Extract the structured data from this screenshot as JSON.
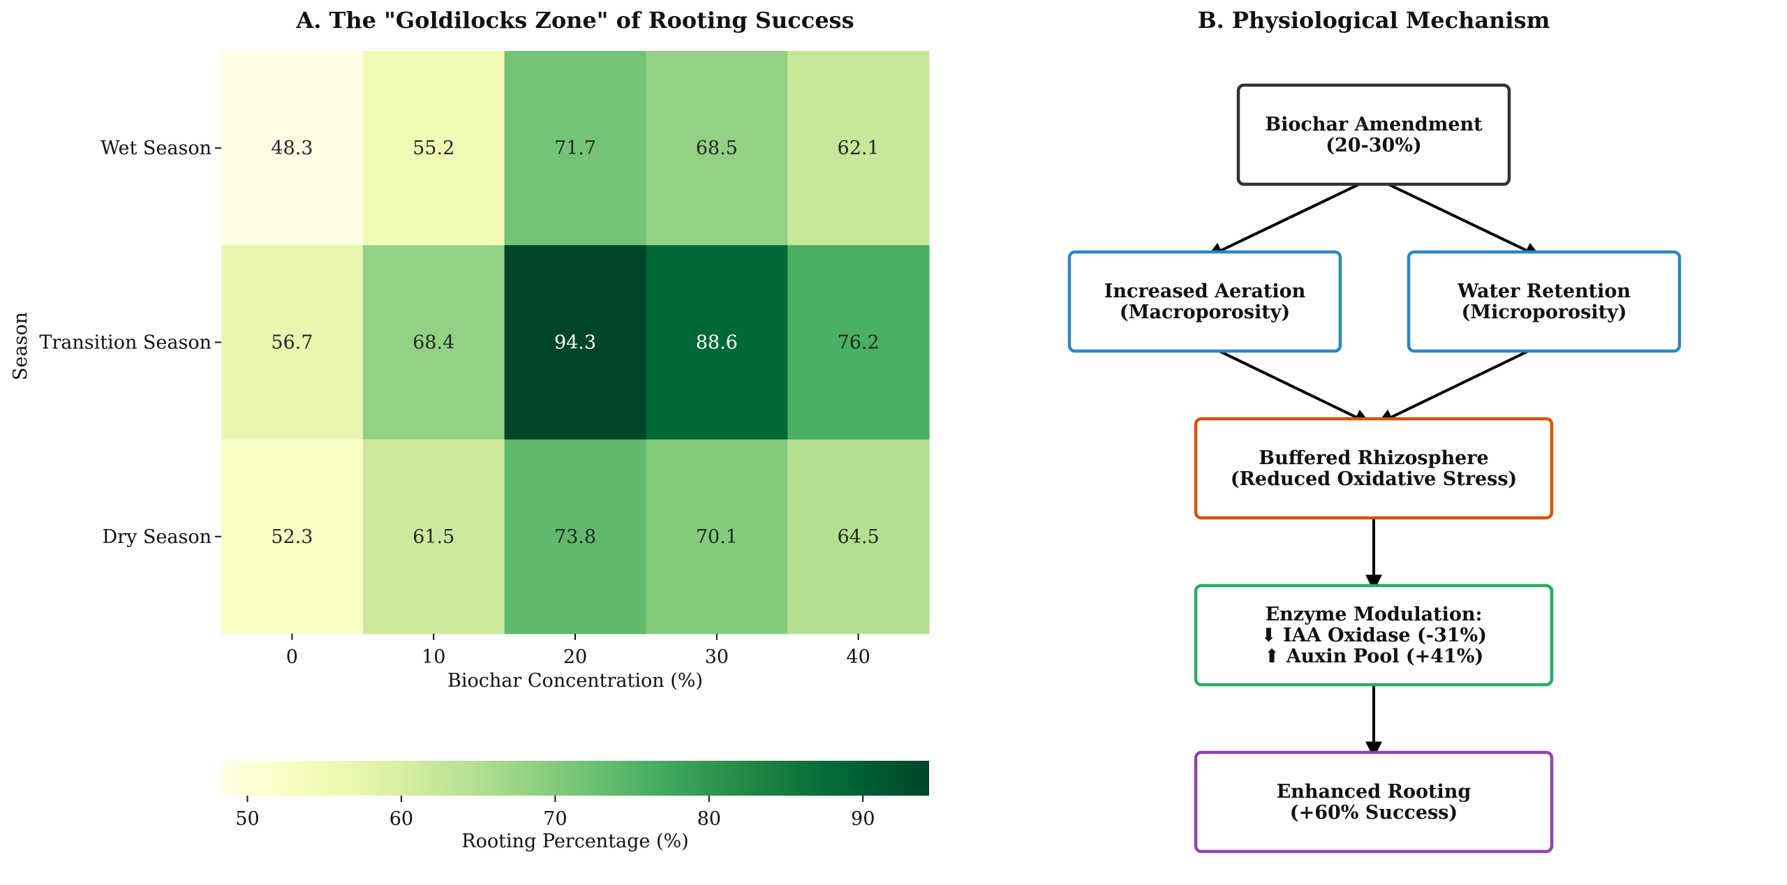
{
  "panel_a": {
    "title": "A. The \"Goldilocks Zone\" of Rooting Success"
  },
  "panel_b": {
    "title": "B. Physiological Mechanism",
    "nodes": [
      {
        "id": "amend",
        "lines": [
          "Biochar Amendment",
          "(20-30%)"
        ],
        "color": "#333333"
      },
      {
        "id": "aer",
        "lines": [
          "Increased Aeration",
          "(Macroporosity)"
        ],
        "color": "#2e86c1"
      },
      {
        "id": "wat",
        "lines": [
          "Water Retention",
          "(Microporosity)"
        ],
        "color": "#2e86c1"
      },
      {
        "id": "buf",
        "lines": [
          "Buffered Rhizosphere",
          "(Reduced Oxidative Stress)"
        ],
        "color": "#d35400"
      },
      {
        "id": "enz",
        "lines": [
          "Enzyme Modulation:",
          "⬇ IAA Oxidase (-31%)",
          "⬆ Auxin Pool (+41%)"
        ],
        "color": "#27ae60"
      },
      {
        "id": "root",
        "lines": [
          "Enhanced Rooting",
          "(+60% Success)"
        ],
        "color": "#8e44ad"
      }
    ],
    "edges": [
      [
        "amend",
        "aer"
      ],
      [
        "amend",
        "wat"
      ],
      [
        "aer",
        "buf"
      ],
      [
        "wat",
        "buf"
      ],
      [
        "buf",
        "enz"
      ],
      [
        "enz",
        "root"
      ]
    ]
  },
  "chart_data": {
    "type": "heatmap",
    "title": "A. The \"Goldilocks Zone\" of Rooting Success",
    "xlabel": "Biochar Concentration (%)",
    "ylabel": "Season",
    "x": [
      "0",
      "10",
      "20",
      "30",
      "40"
    ],
    "y": [
      "Wet Season",
      "Transition Season",
      "Dry Season"
    ],
    "values": [
      [
        48.3,
        55.2,
        71.7,
        68.5,
        62.1
      ],
      [
        56.7,
        68.4,
        94.3,
        88.6,
        76.2
      ],
      [
        52.3,
        61.5,
        73.8,
        70.1,
        64.5
      ]
    ],
    "colormap": "YlGn",
    "colorbar": {
      "label": "Rooting Percentage (%)",
      "ticks": [
        50,
        60,
        70,
        80,
        90
      ],
      "range": [
        48.3,
        94.3
      ],
      "orientation": "horizontal"
    }
  }
}
